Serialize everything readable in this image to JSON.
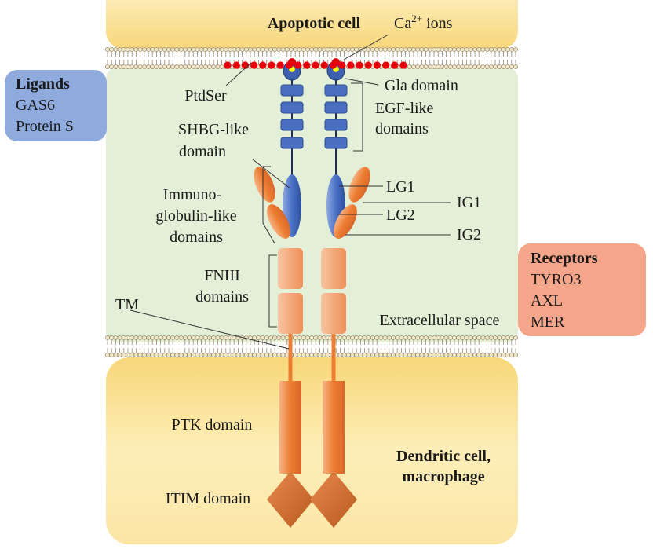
{
  "regions": {
    "apoptotic_cell": "Apoptotic cell",
    "extracellular": "Extracellular space",
    "dendritic": [
      "Dendritic cell,",
      "macrophage"
    ]
  },
  "ca_label": {
    "base": "Ca",
    "sup": "2+",
    "rest": " ions"
  },
  "ligands": {
    "title": "Ligands",
    "items": [
      "GAS6",
      "Protein S"
    ]
  },
  "receptors": {
    "title": "Receptors",
    "items": [
      "TYRO3",
      "AXL",
      "MER"
    ]
  },
  "labels": {
    "ptdser": "PtdSer",
    "gla": "Gla domain",
    "egf": [
      "EGF-like",
      "domains"
    ],
    "shbg": [
      "SHBG-like",
      "domain"
    ],
    "lg1": "LG1",
    "lg2": "LG2",
    "ig1": "IG1",
    "ig2": "IG2",
    "immuno": [
      "Immuno-",
      "globulin-like",
      "domains"
    ],
    "fniii": [
      "FNIII",
      "domains"
    ],
    "tm": "TM",
    "ptk": "PTK domain",
    "itim": "ITIM domain"
  },
  "colors": {
    "apoptotic_fill": "#fbe6a6",
    "extracellular_fill": "#e3efd6",
    "dendritic_fill": "#fbe6a6",
    "ligand_box": "#8faadc",
    "receptor_box": "#f4a58a",
    "ligand_blue": "#4472c4",
    "receptor_orange": "#ed7d31",
    "ptdser_red": "#e8000b",
    "calcium_yellow": "#ffff00"
  }
}
